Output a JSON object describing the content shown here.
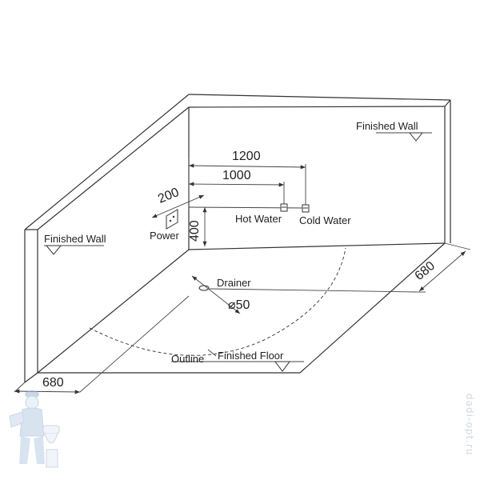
{
  "labels": {
    "finished_wall_right": "Finished Wall",
    "finished_wall_left": "Finished Wall",
    "finished_floor": "Finished Floor",
    "outline": "Outline",
    "drainer": "Drainer",
    "drainer_diameter": "⌀50",
    "hot_water": "Hot Water",
    "cold_water": "Cold Water",
    "power": "Power"
  },
  "dimensions": {
    "d1200": "1200",
    "d1000": "1000",
    "d200": "200",
    "d400": "400",
    "d680_right": "680",
    "d680_left": "680"
  },
  "watermark": {
    "text": "dadi-opt.ru"
  },
  "colors": {
    "line": "#333333",
    "text": "#222222",
    "watermark": "#cfd8e3"
  }
}
